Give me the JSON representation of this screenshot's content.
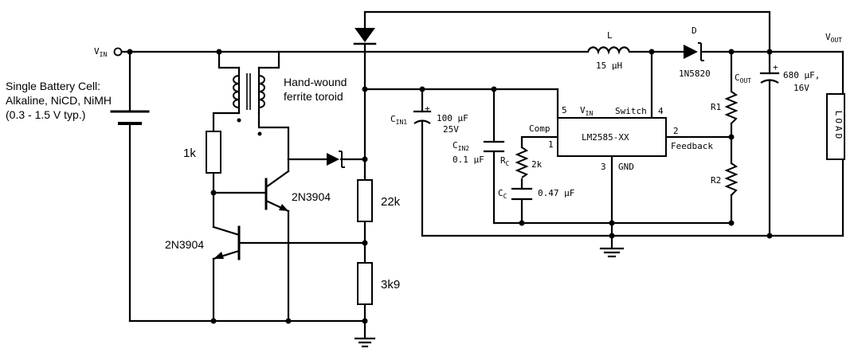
{
  "battery": {
    "title": "Single Battery Cell:",
    "types": "Alkaline, NiCD, NiMH",
    "range": "(0.3 - 1.5 V typ.)"
  },
  "vin": {
    "main": "V",
    "sub": "IN"
  },
  "vout": {
    "main": "V",
    "sub": "OUT"
  },
  "toroid": {
    "line1": "Hand-wound",
    "line2": "ferrite toroid"
  },
  "r1k": "1k",
  "q1": "2N3904",
  "q2": "2N3904",
  "r22k": "22k",
  "r3k9": "3k9",
  "cin1": {
    "main": "C",
    "sub": "IN1",
    "value": "100 μF",
    "voltage": "25V"
  },
  "cin2": {
    "main": "C",
    "sub": "IN2",
    "value": "0.1 μF"
  },
  "rc": {
    "main": "R",
    "sub": "C",
    "value": "2k"
  },
  "cc": {
    "main": "C",
    "sub": "C",
    "value": "0.47 μF"
  },
  "inductor": {
    "name": "L",
    "value": "15 μH"
  },
  "diode": {
    "name": "D",
    "part": "1N5820"
  },
  "ic": {
    "name": "LM2585-XX",
    "pin5": "5",
    "vin_main": "V",
    "vin_sub": "IN",
    "switch": "Switch",
    "pin4": "4",
    "comp": "Comp",
    "pin1": "1",
    "pin2": "2",
    "feedback": "Feedback",
    "pin3": "3",
    "gnd": "GND"
  },
  "cout": {
    "main": "C",
    "sub": "OUT",
    "plus": "+",
    "value": "680 μF,",
    "voltage": "16V"
  },
  "r1": "R1",
  "r2": "R2",
  "load": "LOAD",
  "cin1_plus": "+"
}
